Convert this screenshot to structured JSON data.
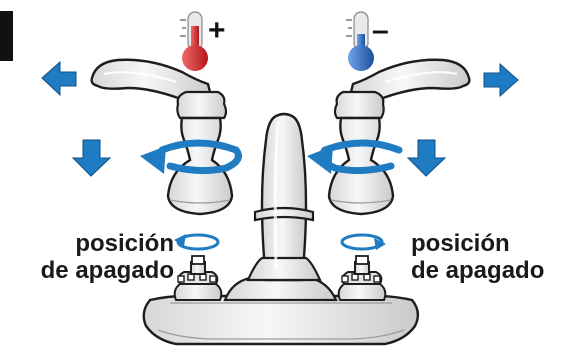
{
  "colors": {
    "arrow_blue": "#1f7bc2",
    "arrow_blue_dark": "#0e4f86",
    "hot_red": "#d9232a",
    "cold_blue": "#2b6fc4",
    "metal_light": "#eeeeef",
    "metal_mid": "#cfd0d2",
    "outline": "#1d1d1b",
    "black_tab": "#111111"
  },
  "hot_indicator": {
    "icon": "thermometer-hot-icon",
    "sign": "+"
  },
  "cold_indicator": {
    "icon": "thermometer-cold-icon",
    "sign": "–"
  },
  "off_position_left": {
    "line1": "posición",
    "line2": "de apagado"
  },
  "off_position_right": {
    "line1": "posición",
    "line2": "de apagado"
  }
}
